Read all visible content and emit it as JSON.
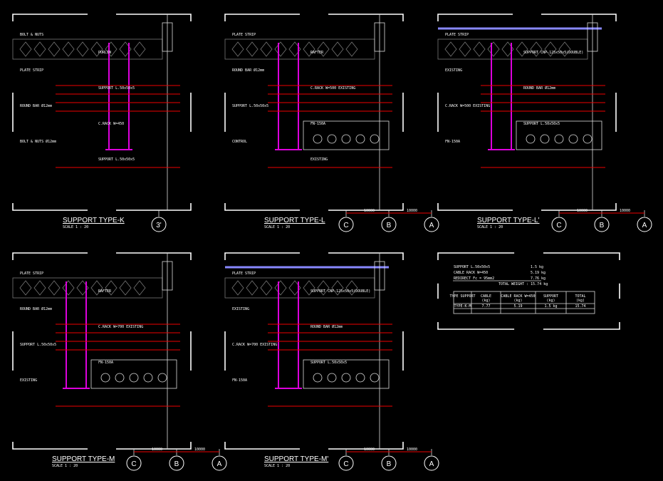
{
  "panels": [
    {
      "title": "SUPPORT TYPE-K",
      "scale": "SCALE 1 : 20",
      "grids": [
        "3'"
      ],
      "labels": [
        "BOLT & NUTS",
        "PURLIN",
        "PLATE STRIP",
        "SUPPORT L.50x50x5",
        "ROUND BAR Ø12mm",
        "C.RACK W=450",
        "BOLT & NUTS Ø12mm",
        "SUPPORT L.50x50x5"
      ]
    },
    {
      "title": "SUPPORT TYPE-L",
      "scale": "SCALE 1 : 20",
      "grids": [
        "C",
        "B",
        "A"
      ],
      "dims": [
        "10000",
        "10000"
      ],
      "labels": [
        "PLATE STRIP",
        "RAFTER",
        "ROUND BAR Ø12mm",
        "C.RACK W=500 EXISTING",
        "SUPPORT L.50x50x5",
        "FN-150A",
        "CONTROL",
        "EXISTING"
      ]
    },
    {
      "title": "SUPPORT TYPE-L'",
      "scale": "SCALE 1 : 20",
      "grids": [
        "C",
        "B",
        "A"
      ],
      "dims": [
        "10000",
        "10000"
      ],
      "labels": [
        "PLATE STRIP",
        "SUPPORT CNP-125x50x5(DOUBLE)",
        "EXISTING",
        "ROUND BAR Ø12mm",
        "C.RACK W=500 EXISTING",
        "SUPPORT L.50x50x5",
        "FN-150A"
      ]
    },
    {
      "title": "SUPPORT TYPE-M",
      "scale": "SCALE 1 : 20",
      "grids": [
        "C",
        "B",
        "A"
      ],
      "dims": [
        "10000",
        "10000"
      ],
      "labels": [
        "PLATE STRIP",
        "RAFTER",
        "ROUND BAR Ø12mm",
        "C.RACK W=700 EXISTING",
        "SUPPORT L.50x50x5",
        "FN-150A",
        "EXISTING"
      ]
    },
    {
      "title": "SUPPORT TYPE-M'",
      "scale": "SCALE 1 : 20",
      "grids": [
        "C",
        "B",
        "A"
      ],
      "dims": [
        "10000",
        "10000"
      ],
      "labels": [
        "PLATE STRIP",
        "SUPPORT CNP-125x50x5(DOUBLE)",
        "EXISTING",
        "ROUND BAR Ø12mm",
        "C.RACK W=700 EXISTING",
        "SUPPORT L.50x50x5",
        "FN-150A"
      ]
    }
  ],
  "weights": {
    "rows": [
      {
        "item": "SUPPORT L.50x50x5",
        "value": "1.5 kg"
      },
      {
        "item": "CABLE RACK W=450",
        "value": "5.19 kg"
      },
      {
        "item": "REDIRECT Fc = 95mm2",
        "value": "7.76 kg"
      }
    ],
    "total": "TOTAL WEIGHT   : 15.74 kg",
    "table": {
      "headers": [
        "TYPE SUPPORT",
        "CABLE (kg)",
        "CABLE RACK W=450 (kg)",
        "SUPPORT (kg)",
        "TOTAL (kg)"
      ],
      "rows": [
        [
          "TYPE-K-M",
          "7.77",
          "5.19",
          "1.5 kg",
          "15.74"
        ]
      ]
    }
  },
  "colors": {
    "background": "#000000",
    "dimension": "#e00000",
    "support": "#d000d0",
    "frame": "#ffffff"
  }
}
